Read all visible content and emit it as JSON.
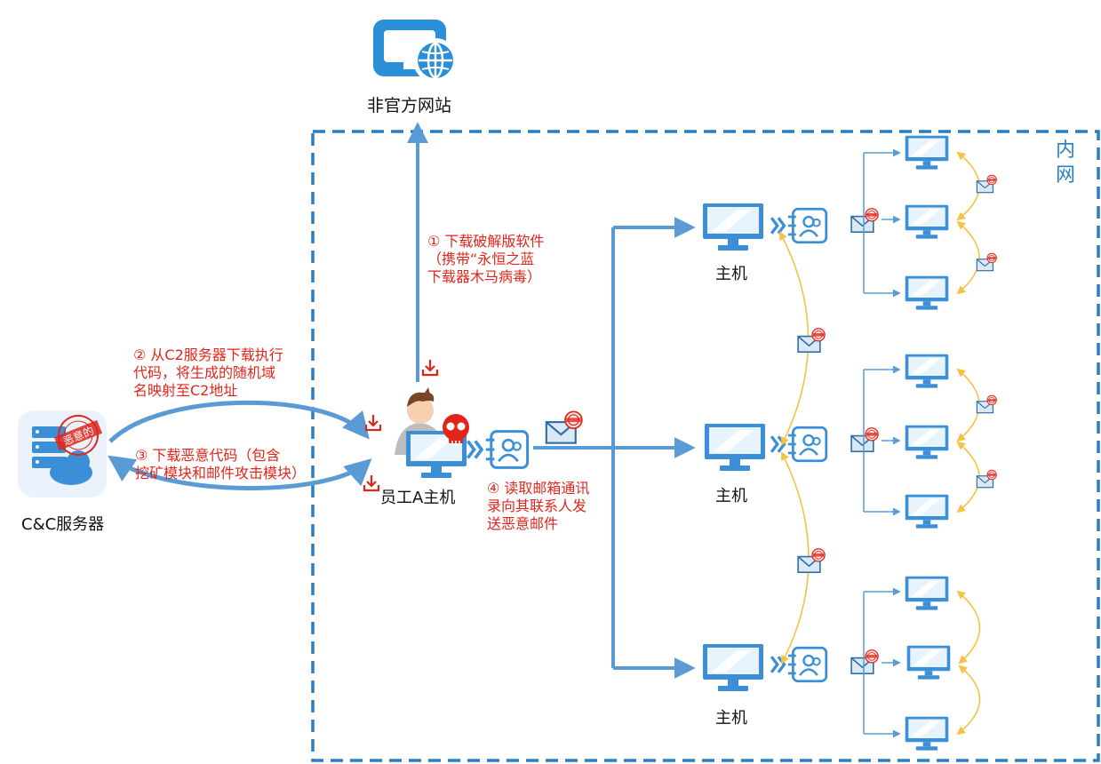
{
  "nodes": {
    "website": "非官方网站",
    "cc_server": "C&C服务器",
    "employee": "员工A主机",
    "host": "主机",
    "intranet": "内网"
  },
  "steps": {
    "s1": [
      "① 下载破解版软件",
      "（携带“永恒之蓝",
      "下载器木马病毒）"
    ],
    "s2": [
      "② 从C2服务器下载执行",
      "代码，将生成的随机域",
      "名映射至C2地址"
    ],
    "s3": [
      "③ 下载恶意代码（包含",
      "挖矿模块和邮件攻击模块）"
    ],
    "s4": [
      "④ 读取邮箱通讯",
      "录向其联系人发",
      "送恶意邮件"
    ]
  },
  "stamp_text": "恶意的",
  "colors": {
    "monitor": "#3b8fd6",
    "arrow": "#5b9bd5",
    "email_arrow": "#f5c342",
    "red": "#e1251b",
    "frame": "#2b7fc1",
    "website_icon": "#2b8fd8"
  }
}
